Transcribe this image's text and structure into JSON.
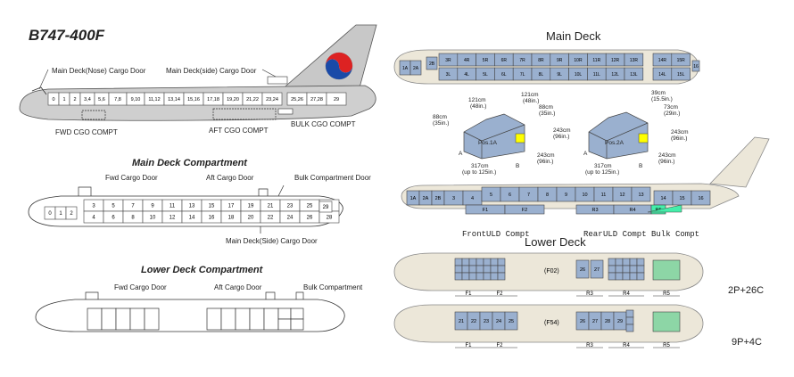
{
  "left": {
    "title": "B747-400F",
    "nose_door": "Main Deck(Nose) Cargo Door",
    "side_door": "Main Deck(side) Cargo Door",
    "fwd_compt": "FWD CGO COMPT",
    "aft_compt": "AFT CGO COMPT",
    "bulk_compt": "BULK CGO COMPT",
    "top_positions": [
      "0",
      "1",
      "2",
      "3,4",
      "5,6",
      "7,8",
      "9,10",
      "11,12",
      "13,14",
      "15,16",
      "17,18",
      "19,20",
      "21,22",
      "23,24",
      "25,26",
      "27,28",
      "29"
    ],
    "main_deck_title": "Main Deck Compartment",
    "fwd_door": "Fwd Cargo Door",
    "aft_door": "Aft Cargo Door",
    "bulk_door": "Bulk Compartment Door",
    "side_cargo_door": "Main Deck(Side) Cargo Door",
    "nose_pos": [
      "0",
      "1",
      "2"
    ],
    "upper_row": [
      "3",
      "5",
      "7",
      "9",
      "11",
      "13",
      "15",
      "17",
      "19",
      "21",
      "23",
      "25",
      "27"
    ],
    "lower_row": [
      "4",
      "6",
      "8",
      "10",
      "12",
      "14",
      "16",
      "18",
      "20",
      "22",
      "24",
      "26",
      "28"
    ],
    "tail_pos": "29",
    "lower_deck_title": "Lower Deck Compartment",
    "lower_fwd_door": "Fwd Cargo Door",
    "lower_aft_door": "Aft Cargo Door",
    "lower_bulk": "Bulk Compartment"
  },
  "right": {
    "main_deck": "Main Deck",
    "lower_deck": "Lower Deck",
    "top_row1": [
      "1A",
      "2A",
      "2B",
      "3R",
      "4R",
      "5R",
      "6R",
      "7R",
      "8R",
      "9R",
      "10R",
      "11R",
      "12R",
      "13R",
      "14R",
      "15R",
      "16"
    ],
    "top_row2": [
      "3L",
      "4L",
      "5L",
      "6L",
      "7L",
      "8L",
      "9L",
      "10L",
      "11L",
      "12L",
      "13L",
      "14L",
      "15L"
    ],
    "dims": {
      "d1": "121cm",
      "d1b": "(48in.)",
      "d2": "88cm",
      "d2b": "(35in.)",
      "d3": "121cm",
      "d3b": "(48in.)",
      "d4": "88cm",
      "d4b": "(35in.)",
      "d5": "243cm",
      "d5b": "(96in.)",
      "d6": "243cm",
      "d6b": "(96in.)",
      "d7": "317cm",
      "d7b": "(up to 125in.)",
      "d8": "39cm",
      "d8b": "(15.5in.)",
      "d9": "73cm",
      "d9b": "(29in.)",
      "d10": "243cm",
      "d10b": "(96in.)",
      "d11": "243cm",
      "d11b": "(96in.)",
      "d12": "317cm",
      "d12b": "(up to 125in.)",
      "pos1": "Pos.1A",
      "pos2": "Pos.2A",
      "a": "A",
      "b": "B"
    },
    "mid_positions": [
      "1A",
      "2A",
      "2B",
      "3",
      "4",
      "5",
      "6",
      "7",
      "8",
      "9",
      "10",
      "11",
      "12",
      "13",
      "14",
      "15",
      "16"
    ],
    "mid_lower": [
      "F1",
      "F2",
      "R3",
      "R4",
      "R5"
    ],
    "ulds": [
      "Front",
      "ULD Compt",
      "Rear",
      "ULD Compt",
      "Bulk Compt"
    ],
    "f02": "(F02)",
    "f54": "(F54)",
    "r1_pos": [
      "26",
      "27"
    ],
    "r2_f": [
      "21",
      "22",
      "23",
      "24",
      "25"
    ],
    "r2_r": [
      "26",
      "27",
      "28",
      "29"
    ],
    "scale": [
      "F1",
      "F2",
      "R3",
      "R4",
      "R5"
    ],
    "cfg1": "2P+26C",
    "cfg2": "9P+4C"
  }
}
